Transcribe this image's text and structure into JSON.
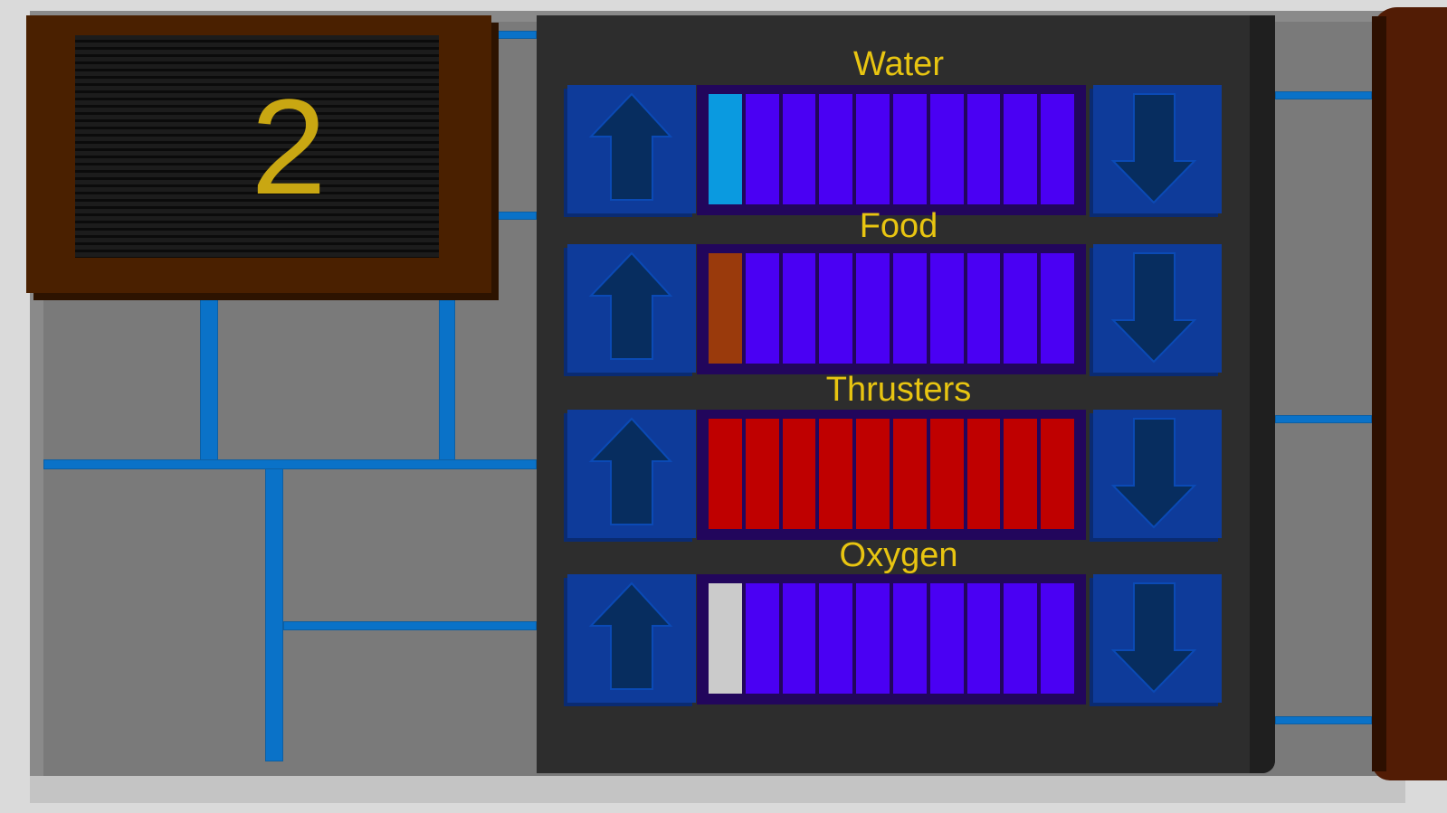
{
  "counter": {
    "value": "2"
  },
  "controls": [
    {
      "label": "Water",
      "fill_color": "#0a9ae0",
      "filled_segments": 1,
      "total_segments": 10
    },
    {
      "label": "Food",
      "fill_color": "#9a3a0c",
      "filled_segments": 1,
      "total_segments": 10
    },
    {
      "label": "Thrusters",
      "fill_color": "#bf0000",
      "filled_segments": 10,
      "total_segments": 10
    },
    {
      "label": "Oxygen",
      "fill_color": "#cbcbcb",
      "filled_segments": 1,
      "total_segments": 10
    }
  ],
  "icons": {
    "increase": "arrow-up-icon",
    "decrease": "arrow-down-icon"
  },
  "colors": {
    "empty_segment": "#4a00f3",
    "label": "#e8c511",
    "button": "#0e3b9a",
    "arrow": "#072d5f"
  }
}
